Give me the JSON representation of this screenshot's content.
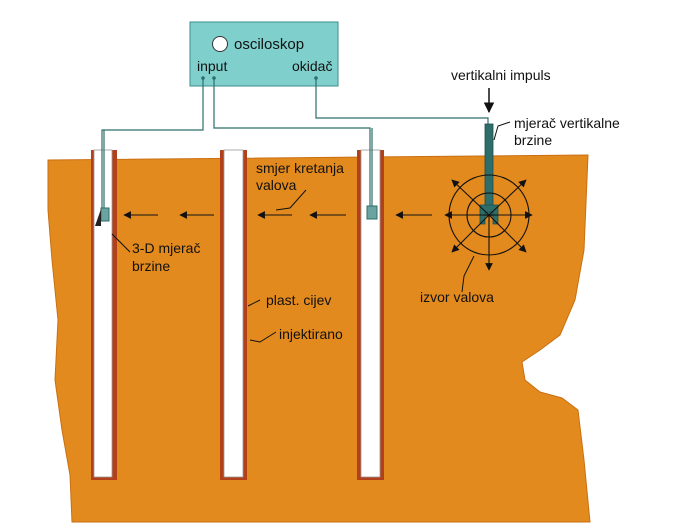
{
  "labels": {
    "oscilloscope": "osciloskop",
    "input": "input",
    "trigger": "okidač",
    "vertical_impulse": "vertikalni impuls",
    "vertical_velocity_meter_line1": "mjerač vertikalne",
    "vertical_velocity_meter_line2": "brzine",
    "wave_direction_line1": "smjer kretanja",
    "wave_direction_line2": "valova",
    "meter_3d_line1": "3-D mjerač",
    "meter_3d_line2": "brzine",
    "plastic_pipe": "plast. cijev",
    "grouted": "injektirano",
    "wave_source": "izvor valova"
  },
  "colors": {
    "ground": "#e38a1e",
    "ground_edge": "#c96f12",
    "borehole_grout": "#b2401b",
    "pipe": "#ffffff",
    "oscilloscope_box": "#7fd0cc",
    "cable": "#2e6e6a",
    "arrow": "#111111"
  },
  "icons": [
    "oscilloscope-knob-icon",
    "vertical-impulse-arrow-icon",
    "velocity-meter-icon",
    "wave-source-icon"
  ]
}
